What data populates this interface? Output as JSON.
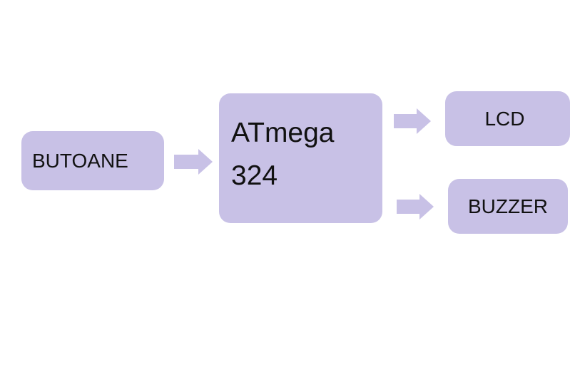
{
  "colors": {
    "block_fill": "#c8c1e6",
    "arrow_fill": "#c8c1e6",
    "text": "#111111",
    "background": "#ffffff"
  },
  "blocks": {
    "butoane": {
      "label": "BUTOANE"
    },
    "atmega": {
      "line1": "ATmega",
      "line2": "324"
    },
    "lcd": {
      "label": "LCD"
    },
    "buzzer": {
      "label": "BUZZER"
    }
  },
  "connections": [
    {
      "from": "BUTOANE",
      "to": "ATmega 324"
    },
    {
      "from": "ATmega 324",
      "to": "LCD"
    },
    {
      "from": "ATmega 324",
      "to": "BUZZER"
    }
  ]
}
